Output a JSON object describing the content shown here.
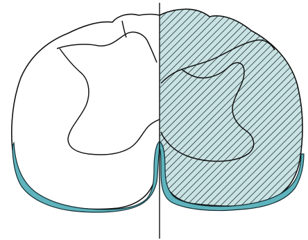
{
  "diagram": {
    "colors": {
      "background": "#ffffff",
      "outline": "#111111",
      "hatch_fill": "#c9e3e3",
      "hatch_line": "#22303a",
      "rim_fill": "#5fb3bc",
      "rim_outline": "#0f2a30"
    },
    "regions": [
      {
        "id": "left-lobe",
        "name": "left-lobe-unshaded"
      },
      {
        "id": "right-lobe",
        "name": "right-lobe-hatched"
      },
      {
        "id": "midline",
        "name": "vertical-midline"
      },
      {
        "id": "outer-rim",
        "name": "teal-outer-rim"
      },
      {
        "id": "inner-contour",
        "name": "inner-contour-lines"
      }
    ]
  }
}
